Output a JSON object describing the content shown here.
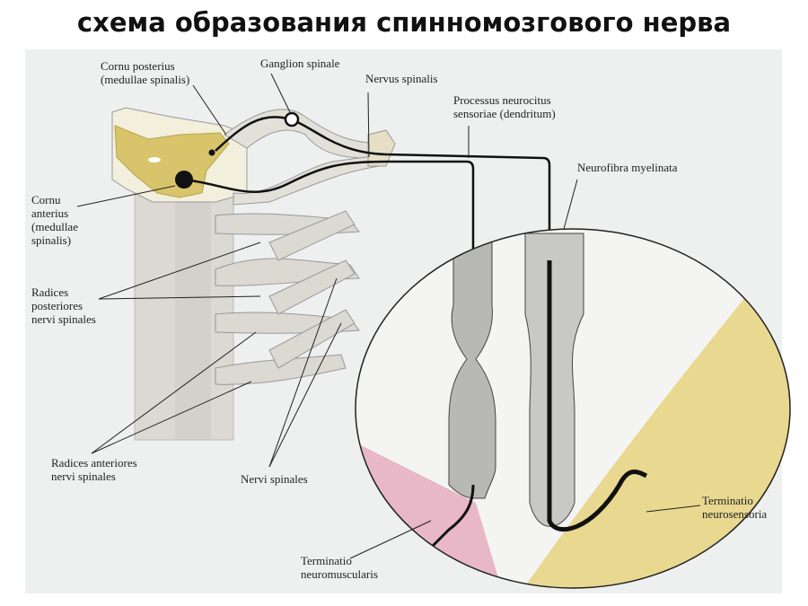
{
  "title": "схема образования спинномозгового нерва",
  "labels": {
    "cornu_posterius": [
      "Cornu posterius",
      "(medullae spinalis)"
    ],
    "ganglion_spinale": [
      "Ganglion spinale"
    ],
    "nervus_spinalis": [
      "Nervus spinalis"
    ],
    "processus": [
      "Processus neurocitus",
      "sensoriae (dendritum)"
    ],
    "neurofibra": [
      "Neurofibra myelinata"
    ],
    "cornu_anterius": [
      "Cornu",
      "anterius",
      "(medullae",
      "spinalis)"
    ],
    "radices_posteriores": [
      "Radices",
      "posteriores",
      "nervi spinales"
    ],
    "radices_anteriores": [
      "Radices anteriores",
      "nervi spinales"
    ],
    "nervi_spinales": [
      "Nervi spinales"
    ],
    "terminatio_neuromuscularis": [
      "Terminatio",
      "neuromuscularis"
    ],
    "terminatio_neurosensoria": [
      "Terminatio",
      "neurosensoria"
    ]
  },
  "colors": {
    "grey_matter": "#d8c46a",
    "nerve": "#dcd8d2",
    "muscle": "#e8b8c8",
    "skin": "#e8d890",
    "background": "#eef0ef"
  }
}
